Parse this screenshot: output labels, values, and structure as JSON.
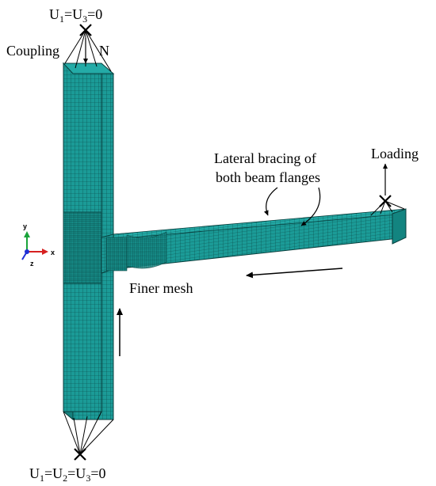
{
  "labels": {
    "top_bc": {
      "u1": "U",
      "s1": "1",
      "eq1": "=U",
      "s3": "3",
      "tail": "=0"
    },
    "bottom_bc": {
      "u1": "U",
      "s1": "1",
      "eq1": "=U",
      "s2": "2",
      "eq2": "=U",
      "s3": "3",
      "tail": "=0"
    },
    "coupling": "Coupling",
    "axial_load": "N",
    "bracing_line1": "Lateral bracing of",
    "bracing_line2": "both beam flanges",
    "loading": "Loading",
    "finer_mesh": "Finer mesh"
  },
  "triad": {
    "x": "x",
    "y": "y",
    "z": "z",
    "colors": {
      "x": "#d62020",
      "y": "#1aa33a",
      "z": "#1f2fd6"
    }
  },
  "colors": {
    "mesh_fill": "#1b9b97",
    "mesh_line": "#083e3c",
    "ink": "#000000"
  }
}
